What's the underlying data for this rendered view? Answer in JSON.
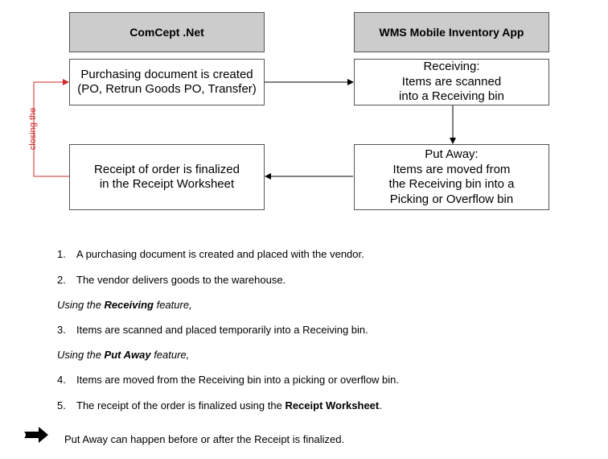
{
  "diagram": {
    "columns": {
      "left": "ComCept .Net",
      "right": "WMS Mobile Inventory App"
    },
    "boxes": {
      "purchasing": "Purchasing document is created\n(PO, Retrun Goods PO, Transfer)",
      "receiving": "Receiving:\nItems are scanned\ninto a Receiving bin",
      "put_away": "Put Away:\nItems are moved from\nthe Receiving bin into a\nPicking or Overflow bin",
      "receipt": "Receipt of order is finalized\nin the Receipt Worksheet"
    },
    "loop_label": "closing the",
    "colors": {
      "header_fill": "#cccccc",
      "loop_arrow": "#cc2a2a"
    }
  },
  "steps": [
    {
      "num": "1.",
      "text": "A purchasing document is created and placed with the vendor."
    },
    {
      "num": "2.",
      "text": "The vendor delivers goods to the warehouse."
    },
    {
      "num": "3.",
      "text": "Items are scanned and placed temporarily into a Receiving bin."
    },
    {
      "num": "4.",
      "text": "Items are moved from the Receiving bin into a picking or overflow bin."
    },
    {
      "num": "5.",
      "text_before": "The receipt of the order is finalized using the ",
      "text_bold": "Receipt Worksheet",
      "text_after": "."
    }
  ],
  "sections": [
    {
      "prefix": "Using the ",
      "feature": "Receiving",
      "suffix": " feature,"
    },
    {
      "prefix": "Using the ",
      "feature": "Put Away",
      "suffix": " feature,"
    }
  ],
  "note": {
    "icon": "right-arrow-icon",
    "text": "Put Away can happen before or after the Receipt is finalized."
  }
}
